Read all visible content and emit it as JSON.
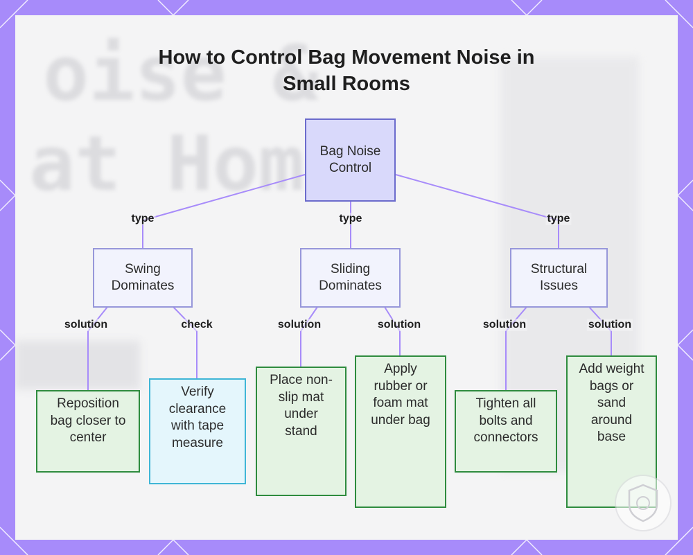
{
  "title": {
    "line1": "How to Control Bag Movement Noise in",
    "line2": "Small Rooms"
  },
  "nodes": {
    "root": {
      "label": "Bag Noise Control"
    },
    "swing": {
      "label": "Swing Dominates"
    },
    "sliding": {
      "label": "Sliding Dominates"
    },
    "structural": {
      "label": "Structural Issues"
    },
    "reposition": {
      "label": "Reposition bag closer to center"
    },
    "verify": {
      "label": "Verify clearance with tape measure"
    },
    "place_mat": {
      "label": "Place non-slip mat under stand"
    },
    "rubber_mat": {
      "label": "Apply rubber or foam mat under bag"
    },
    "tighten": {
      "label": "Tighten all bolts and connectors"
    },
    "weight": {
      "label": "Add weight bags or sand around base"
    }
  },
  "edges": {
    "type1": "type",
    "type2": "type",
    "type3": "type",
    "swing_solution": "solution",
    "swing_check": "check",
    "sliding_solution1": "solution",
    "sliding_solution2": "solution",
    "structural_solution1": "solution",
    "structural_solution2": "solution"
  },
  "colors": {
    "frame": "#a78bfa",
    "edge": "#a78bfa",
    "root_fill": "#d9d9fb",
    "type_fill": "#f2f3fd",
    "solution_fill": "#e4f3e3",
    "solution_border": "#2e8b3e",
    "check_fill": "#e4f6fc",
    "check_border": "#3fb6d6"
  }
}
